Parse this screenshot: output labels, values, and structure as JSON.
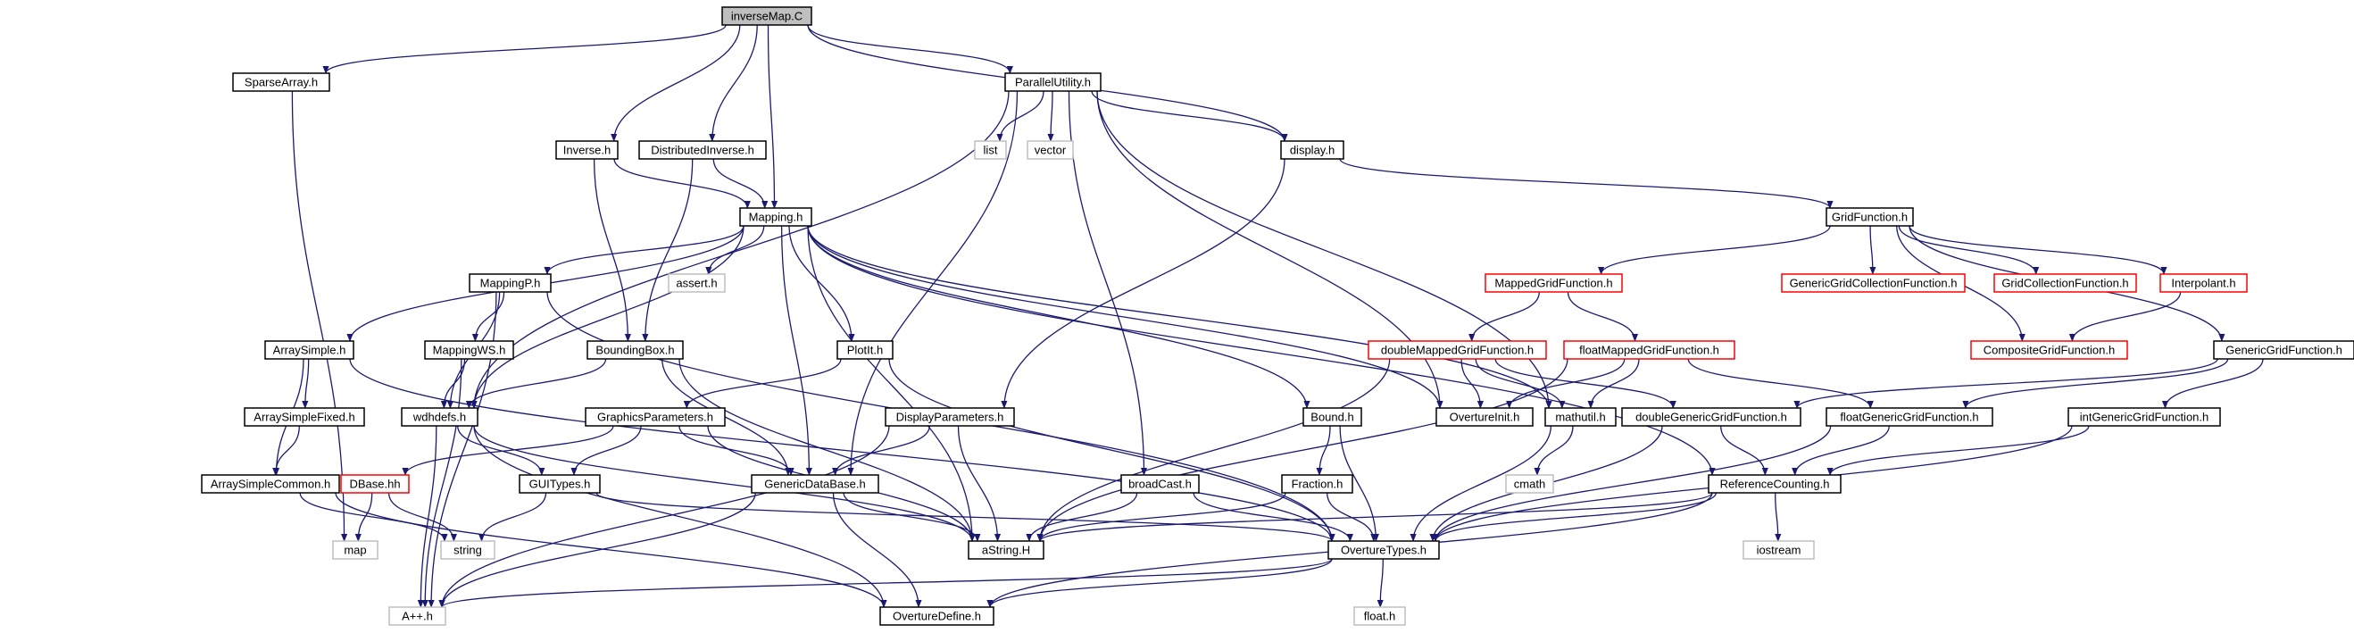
{
  "title": "inverseMap.C",
  "colors": {
    "root_fill": "#bfbfbf",
    "normal_border": "#000000",
    "truncated_border": "#ff0000",
    "external_border": "#bfbfbf",
    "edge": "#191970"
  },
  "nodes": [
    {
      "id": "inverseMap",
      "label": "inverseMap.C",
      "kind": "root"
    },
    {
      "id": "SparseArray",
      "label": "SparseArray.h",
      "kind": "normal"
    },
    {
      "id": "ParallelUtility",
      "label": "ParallelUtility.h",
      "kind": "normal"
    },
    {
      "id": "list",
      "label": "list",
      "kind": "external"
    },
    {
      "id": "vector",
      "label": "vector",
      "kind": "external"
    },
    {
      "id": "display",
      "label": "display.h",
      "kind": "normal"
    },
    {
      "id": "Inverse",
      "label": "Inverse.h",
      "kind": "normal"
    },
    {
      "id": "DistributedInverse",
      "label": "DistributedInverse.h",
      "kind": "normal"
    },
    {
      "id": "Mapping",
      "label": "Mapping.h",
      "kind": "normal"
    },
    {
      "id": "GridFunction",
      "label": "GridFunction.h",
      "kind": "normal"
    },
    {
      "id": "MappedGridFunction",
      "label": "MappedGridFunction.h",
      "kind": "truncated"
    },
    {
      "id": "GenericGridCollectionFunction",
      "label": "GenericGridCollectionFunction.h",
      "kind": "truncated"
    },
    {
      "id": "GridCollectionFunction",
      "label": "GridCollectionFunction.h",
      "kind": "truncated"
    },
    {
      "id": "Interpolant",
      "label": "Interpolant.h",
      "kind": "truncated"
    },
    {
      "id": "MappingP",
      "label": "MappingP.h",
      "kind": "normal"
    },
    {
      "id": "assert",
      "label": "assert.h",
      "kind": "external"
    },
    {
      "id": "doubleMappedGridFunction",
      "label": "doubleMappedGridFunction.h",
      "kind": "truncated"
    },
    {
      "id": "floatMappedGridFunction",
      "label": "floatMappedGridFunction.h",
      "kind": "truncated"
    },
    {
      "id": "CompositeGridFunction",
      "label": "CompositeGridFunction.h",
      "kind": "truncated"
    },
    {
      "id": "GenericGridFunction",
      "label": "GenericGridFunction.h",
      "kind": "normal"
    },
    {
      "id": "ArraySimple",
      "label": "ArraySimple.h",
      "kind": "normal"
    },
    {
      "id": "MappingWS",
      "label": "MappingWS.h",
      "kind": "normal"
    },
    {
      "id": "BoundingBox",
      "label": "BoundingBox.h",
      "kind": "normal"
    },
    {
      "id": "PlotIt",
      "label": "PlotIt.h",
      "kind": "normal"
    },
    {
      "id": "ArraySimpleFixed",
      "label": "ArraySimpleFixed.h",
      "kind": "normal"
    },
    {
      "id": "wdhdefs",
      "label": "wdhdefs.h",
      "kind": "normal"
    },
    {
      "id": "GraphicsParameters",
      "label": "GraphicsParameters.h",
      "kind": "normal"
    },
    {
      "id": "DisplayParameters",
      "label": "DisplayParameters.h",
      "kind": "normal"
    },
    {
      "id": "Bound",
      "label": "Bound.h",
      "kind": "normal"
    },
    {
      "id": "OvertureInit",
      "label": "OvertureInit.h",
      "kind": "normal"
    },
    {
      "id": "mathutil",
      "label": "mathutil.h",
      "kind": "normal"
    },
    {
      "id": "doubleGenericGridFunction",
      "label": "doubleGenericGridFunction.h",
      "kind": "normal"
    },
    {
      "id": "floatGenericGridFunction",
      "label": "floatGenericGridFunction.h",
      "kind": "normal"
    },
    {
      "id": "intGenericGridFunction",
      "label": "intGenericGridFunction.h",
      "kind": "normal"
    },
    {
      "id": "ArraySimpleCommon",
      "label": "ArraySimpleCommon.h",
      "kind": "normal"
    },
    {
      "id": "DBase",
      "label": "DBase.hh",
      "kind": "truncated"
    },
    {
      "id": "GUITypes",
      "label": "GUITypes.h",
      "kind": "normal"
    },
    {
      "id": "GenericDataBase",
      "label": "GenericDataBase.h",
      "kind": "normal"
    },
    {
      "id": "broadCast",
      "label": "broadCast.h",
      "kind": "normal"
    },
    {
      "id": "Fraction",
      "label": "Fraction.h",
      "kind": "normal"
    },
    {
      "id": "cmath",
      "label": "cmath",
      "kind": "external"
    },
    {
      "id": "ReferenceCounting",
      "label": "ReferenceCounting.h",
      "kind": "normal"
    },
    {
      "id": "map",
      "label": "map",
      "kind": "external"
    },
    {
      "id": "string",
      "label": "string",
      "kind": "external"
    },
    {
      "id": "aString",
      "label": "aString.H",
      "kind": "normal"
    },
    {
      "id": "OvertureTypes",
      "label": "OvertureTypes.h",
      "kind": "normal"
    },
    {
      "id": "iostream",
      "label": "iostream",
      "kind": "external"
    },
    {
      "id": "App",
      "label": "A++.h",
      "kind": "external"
    },
    {
      "id": "OvertureDefine",
      "label": "OvertureDefine.h",
      "kind": "normal"
    },
    {
      "id": "floatH",
      "label": "float.h",
      "kind": "external"
    }
  ],
  "edges": [
    [
      "inverseMap",
      "SparseArray"
    ],
    [
      "inverseMap",
      "ParallelUtility"
    ],
    [
      "inverseMap",
      "display"
    ],
    [
      "inverseMap",
      "Inverse"
    ],
    [
      "inverseMap",
      "DistributedInverse"
    ],
    [
      "inverseMap",
      "Mapping"
    ],
    [
      "SparseArray",
      "map"
    ],
    [
      "ParallelUtility",
      "list"
    ],
    [
      "ParallelUtility",
      "vector"
    ],
    [
      "ParallelUtility",
      "display"
    ],
    [
      "ParallelUtility",
      "wdhdefs"
    ],
    [
      "ParallelUtility",
      "GenericDataBase"
    ],
    [
      "ParallelUtility",
      "broadCast"
    ],
    [
      "ParallelUtility",
      "OvertureInit"
    ],
    [
      "ParallelUtility",
      "mathutil"
    ],
    [
      "display",
      "GridFunction"
    ],
    [
      "display",
      "DisplayParameters"
    ],
    [
      "Inverse",
      "Mapping"
    ],
    [
      "Inverse",
      "BoundingBox"
    ],
    [
      "DistributedInverse",
      "Mapping"
    ],
    [
      "DistributedInverse",
      "BoundingBox"
    ],
    [
      "Mapping",
      "MappingP"
    ],
    [
      "Mapping",
      "assert"
    ],
    [
      "Mapping",
      "ArraySimple"
    ],
    [
      "Mapping",
      "PlotIt"
    ],
    [
      "Mapping",
      "wdhdefs"
    ],
    [
      "Mapping",
      "GenericDataBase"
    ],
    [
      "Mapping",
      "Bound"
    ],
    [
      "Mapping",
      "OvertureInit"
    ],
    [
      "Mapping",
      "mathutil"
    ],
    [
      "Mapping",
      "ReferenceCounting"
    ],
    [
      "Mapping",
      "aString"
    ],
    [
      "GridFunction",
      "MappedGridFunction"
    ],
    [
      "GridFunction",
      "GenericGridCollectionFunction"
    ],
    [
      "GridFunction",
      "GridCollectionFunction"
    ],
    [
      "GridFunction",
      "Interpolant"
    ],
    [
      "GridFunction",
      "CompositeGridFunction"
    ],
    [
      "GridFunction",
      "GenericGridFunction"
    ],
    [
      "MappedGridFunction",
      "doubleMappedGridFunction"
    ],
    [
      "MappedGridFunction",
      "floatMappedGridFunction"
    ],
    [
      "Interpolant",
      "CompositeGridFunction"
    ],
    [
      "MappingP",
      "MappingWS"
    ],
    [
      "MappingP",
      "wdhdefs"
    ],
    [
      "MappingP",
      "App"
    ],
    [
      "MappingP",
      "OvertureTypes"
    ],
    [
      "doubleMappedGridFunction",
      "OvertureInit"
    ],
    [
      "doubleMappedGridFunction",
      "mathutil"
    ],
    [
      "doubleMappedGridFunction",
      "doubleGenericGridFunction"
    ],
    [
      "doubleMappedGridFunction",
      "aString"
    ],
    [
      "floatMappedGridFunction",
      "OvertureInit"
    ],
    [
      "floatMappedGridFunction",
      "mathutil"
    ],
    [
      "floatMappedGridFunction",
      "floatGenericGridFunction"
    ],
    [
      "floatMappedGridFunction",
      "aString"
    ],
    [
      "GenericGridFunction",
      "doubleGenericGridFunction"
    ],
    [
      "GenericGridFunction",
      "floatGenericGridFunction"
    ],
    [
      "GenericGridFunction",
      "intGenericGridFunction"
    ],
    [
      "ArraySimple",
      "ArraySimpleFixed"
    ],
    [
      "ArraySimple",
      "ArraySimpleCommon"
    ],
    [
      "ArraySimple",
      "OvertureTypes"
    ],
    [
      "MappingWS",
      "wdhdefs"
    ],
    [
      "MappingWS",
      "App"
    ],
    [
      "BoundingBox",
      "wdhdefs"
    ],
    [
      "BoundingBox",
      "GenericDataBase"
    ],
    [
      "BoundingBox",
      "aString"
    ],
    [
      "PlotIt",
      "GraphicsParameters"
    ],
    [
      "PlotIt",
      "OvertureTypes"
    ],
    [
      "ArraySimpleFixed",
      "ArraySimpleCommon"
    ],
    [
      "wdhdefs",
      "GUITypes"
    ],
    [
      "wdhdefs",
      "aString"
    ],
    [
      "wdhdefs",
      "App"
    ],
    [
      "wdhdefs",
      "OvertureDefine"
    ],
    [
      "GraphicsParameters",
      "DBase"
    ],
    [
      "GraphicsParameters",
      "GUITypes"
    ],
    [
      "GraphicsParameters",
      "GenericDataBase"
    ],
    [
      "GraphicsParameters",
      "aString"
    ],
    [
      "DisplayParameters",
      "GenericDataBase"
    ],
    [
      "DisplayParameters",
      "aString"
    ],
    [
      "DisplayParameters",
      "App"
    ],
    [
      "Bound",
      "Fraction"
    ],
    [
      "Bound",
      "OvertureTypes"
    ],
    [
      "mathutil",
      "cmath"
    ],
    [
      "mathutil",
      "OvertureTypes"
    ],
    [
      "doubleGenericGridFunction",
      "ReferenceCounting"
    ],
    [
      "doubleGenericGridFunction",
      "OvertureTypes"
    ],
    [
      "floatGenericGridFunction",
      "ReferenceCounting"
    ],
    [
      "floatGenericGridFunction",
      "OvertureTypes"
    ],
    [
      "intGenericGridFunction",
      "ReferenceCounting"
    ],
    [
      "intGenericGridFunction",
      "OvertureTypes"
    ],
    [
      "ArraySimpleCommon",
      "string"
    ],
    [
      "ArraySimpleCommon",
      "OvertureDefine"
    ],
    [
      "DBase",
      "map"
    ],
    [
      "DBase",
      "string"
    ],
    [
      "GUITypes",
      "string"
    ],
    [
      "GUITypes",
      "OvertureTypes"
    ],
    [
      "GenericDataBase",
      "aString"
    ],
    [
      "GenericDataBase",
      "App"
    ],
    [
      "GenericDataBase",
      "OvertureDefine"
    ],
    [
      "broadCast",
      "aString"
    ],
    [
      "broadCast",
      "OvertureTypes"
    ],
    [
      "Fraction",
      "aString"
    ],
    [
      "Fraction",
      "OvertureTypes"
    ],
    [
      "ReferenceCounting",
      "iostream"
    ],
    [
      "ReferenceCounting",
      "OvertureTypes"
    ],
    [
      "ReferenceCounting",
      "aString"
    ],
    [
      "ReferenceCounting",
      "OvertureDefine"
    ],
    [
      "OvertureTypes",
      "App"
    ],
    [
      "OvertureTypes",
      "OvertureDefine"
    ],
    [
      "OvertureTypes",
      "floatH"
    ]
  ]
}
